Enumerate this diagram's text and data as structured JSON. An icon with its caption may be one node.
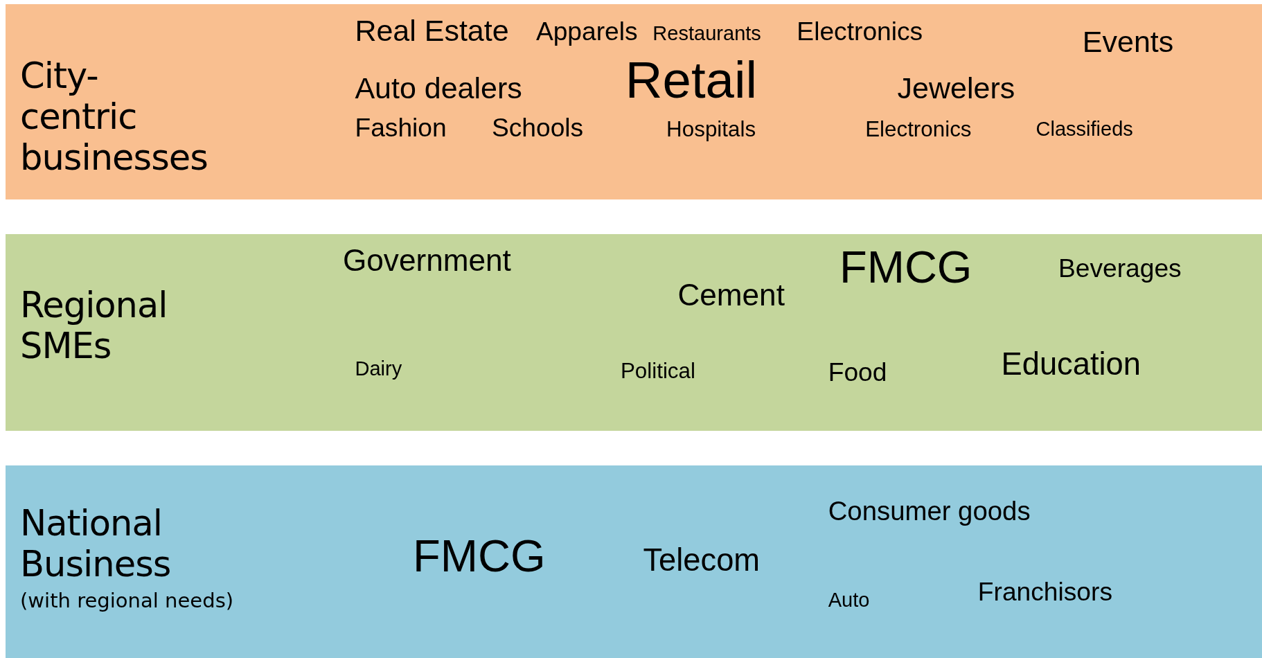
{
  "diagram": {
    "nodes": [
      {
        "text": [
          "City-centric businesses"
        ]
      },
      {
        "text": [
          "Real Estate"
        ],
        "in": 0
      },
      {
        "text": [
          "Apparels"
        ],
        "in": 0
      },
      {
        "text": [
          "Restaurants"
        ],
        "in": 0
      },
      {
        "text": [
          "Electronics"
        ],
        "in": 0
      },
      {
        "text": [
          "Events"
        ],
        "in": 0
      },
      {
        "text": [
          "Retail"
        ],
        "in": 0
      },
      {
        "text": [
          "Auto dealers"
        ],
        "in": 0
      },
      {
        "text": [
          "Jewelers"
        ],
        "in": 0
      },
      {
        "text": [
          "Fashion"
        ],
        "in": 0
      },
      {
        "text": [
          "Schools"
        ],
        "in": 0
      },
      {
        "text": [
          "Hospitals"
        ],
        "in": 0
      },
      {
        "text": [
          "Electronics"
        ],
        "in": 0
      },
      {
        "text": [
          "Classifieds"
        ],
        "in": 0
      },
      {
        "text": [
          "Regional SMEs"
        ]
      },
      {
        "text": [
          "Government"
        ],
        "in": 14
      },
      {
        "text": [
          "FMCG"
        ],
        "in": 14
      },
      {
        "text": [
          "Beverages"
        ],
        "in": 14
      },
      {
        "text": [
          "Cement"
        ],
        "in": 14
      },
      {
        "text": [
          "Education"
        ],
        "in": 14
      },
      {
        "text": [
          "Dairy"
        ],
        "in": 14
      },
      {
        "text": [
          "Political"
        ],
        "in": 14
      },
      {
        "text": [
          "Food"
        ],
        "in": 14
      },
      {
        "text": [
          "National Business",
          "(with regional needs)"
        ]
      },
      {
        "text": [
          "Consumer goods"
        ],
        "in": 23
      },
      {
        "text": [
          "FMCG"
        ],
        "in": 23
      },
      {
        "text": [
          "Telecom"
        ],
        "in": 23
      },
      {
        "text": [
          "Franchisors"
        ],
        "in": 23
      },
      {
        "text": [
          "Auto"
        ],
        "in": 23
      }
    ],
    "edges": []
  }
}
